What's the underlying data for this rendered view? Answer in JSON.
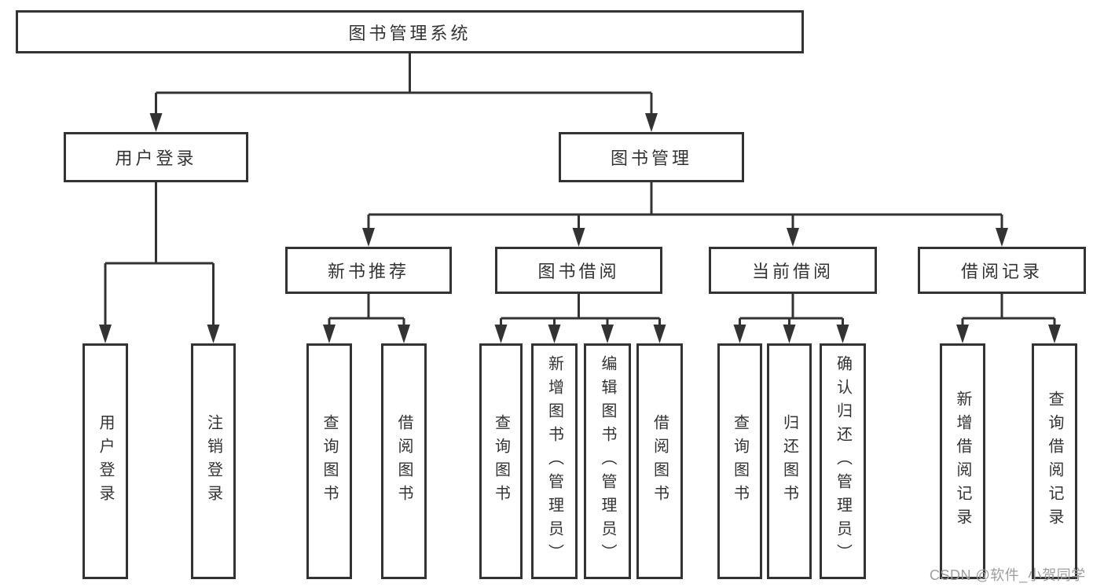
{
  "nodes": {
    "root": "图书管理系统",
    "level2": [
      "用户登录",
      "图书管理"
    ],
    "level3": [
      "新书推荐",
      "图书借阅",
      "当前借阅",
      "借阅记录"
    ],
    "leaves": {
      "user_login": [
        "用户登录",
        "注销登录"
      ],
      "new_book_rec": [
        "查询图书",
        "借阅图书"
      ],
      "book_borrow": [
        "查询图书",
        "新增图书（管理员）",
        "编辑图书（管理员）",
        "借阅图书"
      ],
      "current_borrow": [
        "查询图书",
        "归还图书",
        "确认归还（管理员）"
      ],
      "borrow_records": [
        "新增借阅记录",
        "查询借阅记录"
      ]
    }
  },
  "watermark": "CSDN @软件_小贺同学",
  "colors": {
    "line": "#333333",
    "text": "#333333",
    "watermark": "#9d9d9d",
    "background": "#ffffff"
  }
}
